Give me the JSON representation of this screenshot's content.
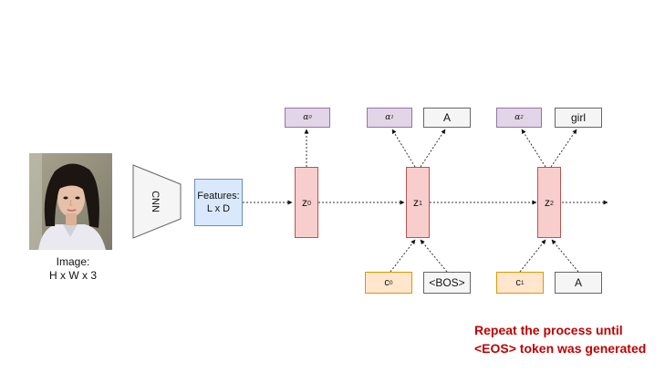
{
  "image_caption": {
    "line1": "Image:",
    "line2": "H x W x 3"
  },
  "cnn_label": "CNN",
  "features": {
    "line1": "Features:",
    "line2": "L x D"
  },
  "steps": [
    {
      "z_base": "z",
      "z_sub": "0",
      "alpha_base": "α",
      "alpha_sub": "0",
      "word": "",
      "context_base": "c",
      "context_sub": "0",
      "input_token": "<BOS>"
    },
    {
      "z_base": "z",
      "z_sub": "1",
      "alpha_base": "α",
      "alpha_sub": "1",
      "word": "A",
      "context_base": "c",
      "context_sub": "1",
      "input_token": "A"
    },
    {
      "z_base": "z",
      "z_sub": "2",
      "alpha_base": "α",
      "alpha_sub": "2",
      "word": "girl"
    }
  ],
  "note": {
    "line1": "Repeat the process until",
    "line2": "<EOS> token was generated"
  },
  "colors": {
    "z_fill": "#f8cecc",
    "alpha_fill": "#e1d5e7",
    "features_fill": "#dae8fc",
    "context_fill": "#ffe6cc",
    "note": "#c00000"
  }
}
